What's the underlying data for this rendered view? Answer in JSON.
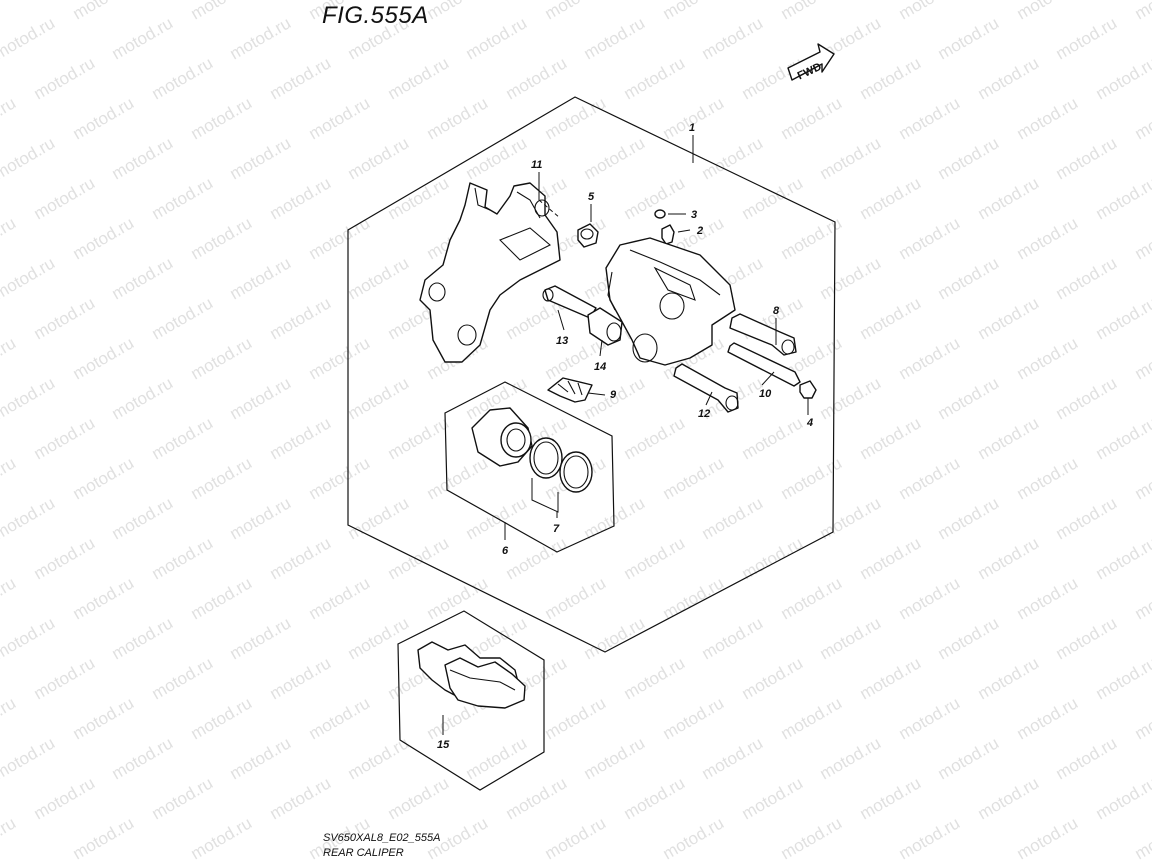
{
  "figure": {
    "title": "FIG.555A",
    "fwd_label": "FWD"
  },
  "footer": {
    "code": "SV650XAL8_E02_555A",
    "name": "REAR CALIPER"
  },
  "watermark": "motod.ru",
  "callouts": [
    "1",
    "2",
    "3",
    "4",
    "5",
    "6",
    "7",
    "8",
    "9",
    "10",
    "11",
    "12",
    "13",
    "14",
    "15"
  ]
}
